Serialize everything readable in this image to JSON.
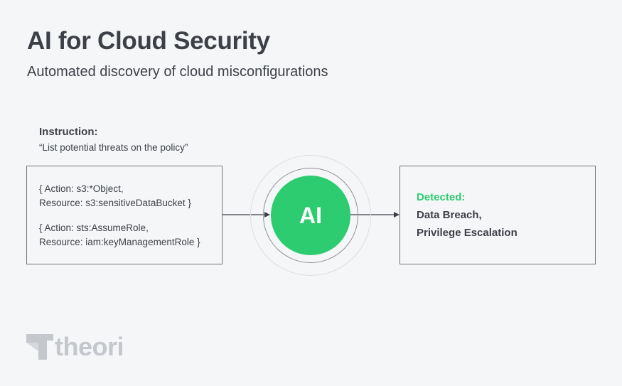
{
  "header": {
    "title": "AI for Cloud Security",
    "subtitle": "Automated discovery of cloud misconfigurations"
  },
  "instruction": {
    "label": "Instruction:",
    "text": "“List potential threats on the policy”"
  },
  "policy": {
    "statements": [
      {
        "line1": "{ Action: s3:*Object,",
        "line2": "Resource: s3:sensitiveDataBucket }"
      },
      {
        "line1": "{ Action: sts:AssumeRole,",
        "line2": "Resource: iam:keyManagementRole }"
      }
    ]
  },
  "ai": {
    "label": "AI",
    "color": "#2ecc71"
  },
  "result": {
    "label": "Detected:",
    "items": [
      "Data Breach,",
      "Privilege Escalation"
    ],
    "label_color": "#2ecc71"
  },
  "logo": {
    "text": "theori",
    "icon": "theori-logo-icon"
  }
}
